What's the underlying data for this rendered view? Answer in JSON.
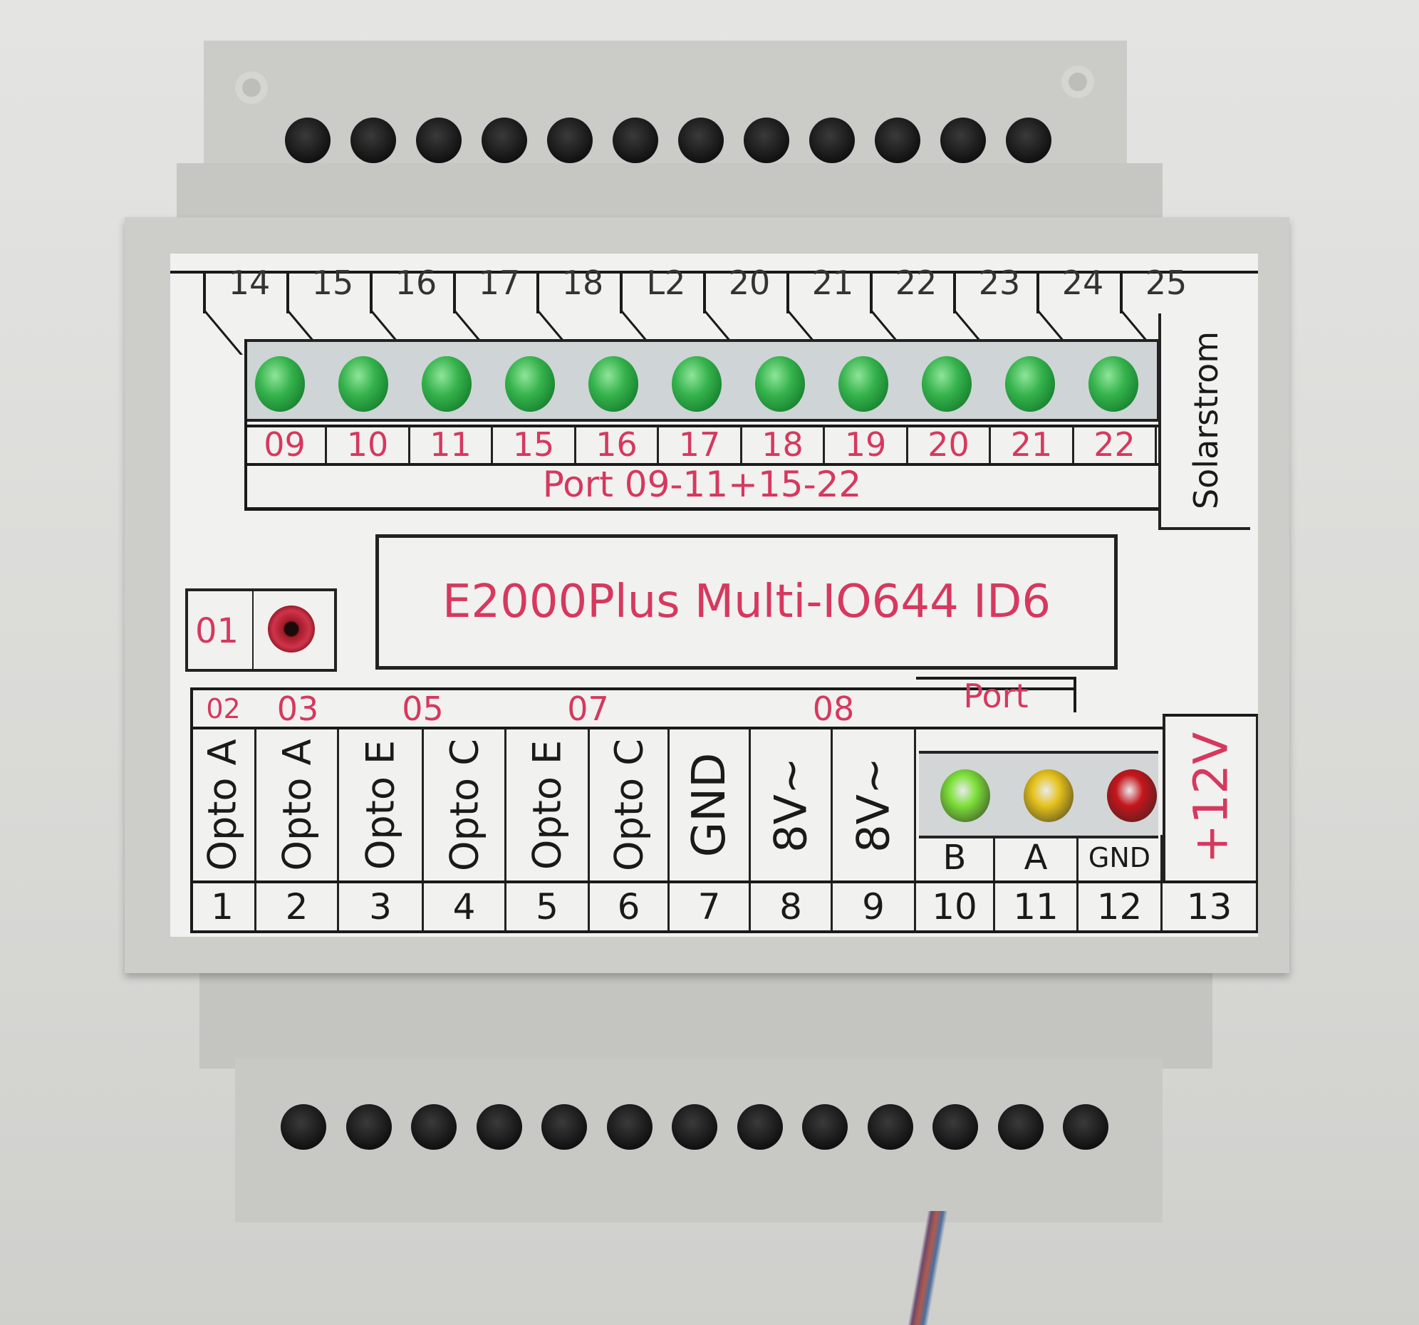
{
  "device": {
    "title": "E2000Plus Multi-IO644 ID6",
    "side_label": "Solarstrom",
    "port_group_label": "Port 09-11+15-22",
    "jack_label": "01"
  },
  "top_terminals": [
    "14",
    "15",
    "16",
    "17",
    "18",
    "L2",
    "20",
    "21",
    "22",
    "23",
    "24",
    "25"
  ],
  "led_ports": [
    "09",
    "10",
    "11",
    "15",
    "16",
    "17",
    "18",
    "19",
    "20",
    "21",
    "22"
  ],
  "bottom_groups": {
    "g02": "02",
    "g03": "03",
    "g05": "05",
    "g07": "07",
    "g08": "08",
    "port": "Port"
  },
  "bottom_terminals": [
    {
      "num": "1",
      "label": "Opto A"
    },
    {
      "num": "2",
      "label": "Opto A"
    },
    {
      "num": "3",
      "label": "Opto E"
    },
    {
      "num": "4",
      "label": "Opto C"
    },
    {
      "num": "5",
      "label": "Opto E"
    },
    {
      "num": "6",
      "label": "Opto C"
    },
    {
      "num": "7",
      "label": "GND"
    },
    {
      "num": "8",
      "label": "8V~"
    },
    {
      "num": "9",
      "label": "8V~"
    },
    {
      "num": "10",
      "label": "B"
    },
    {
      "num": "11",
      "label": "A"
    },
    {
      "num": "12",
      "label": "GND"
    },
    {
      "num": "13",
      "label": "+12V"
    }
  ],
  "status_leds": [
    {
      "color": "#7de03a"
    },
    {
      "color": "#e6c21d"
    },
    {
      "color": "#c4161c"
    }
  ],
  "colors": {
    "label_red": "#d6385e",
    "housing": "#cdcdca"
  }
}
